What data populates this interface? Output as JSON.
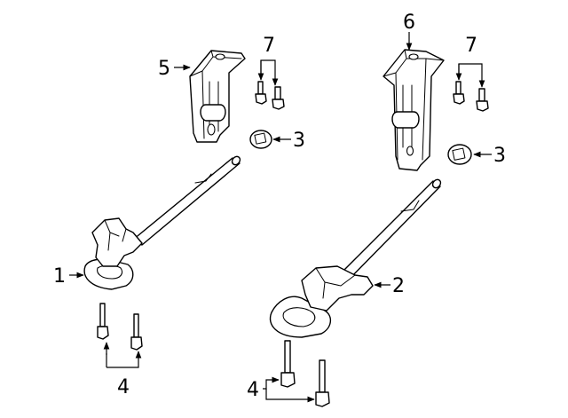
{
  "callouts": {
    "c1": "1",
    "c2": "2",
    "c3_left": "3",
    "c3_right": "3",
    "c4_left": "4",
    "c4_right": "4",
    "c5": "5",
    "c6": "6",
    "c7_left": "7",
    "c7_right": "7"
  },
  "colors": {
    "line": "#000000",
    "background": "#ffffff"
  }
}
